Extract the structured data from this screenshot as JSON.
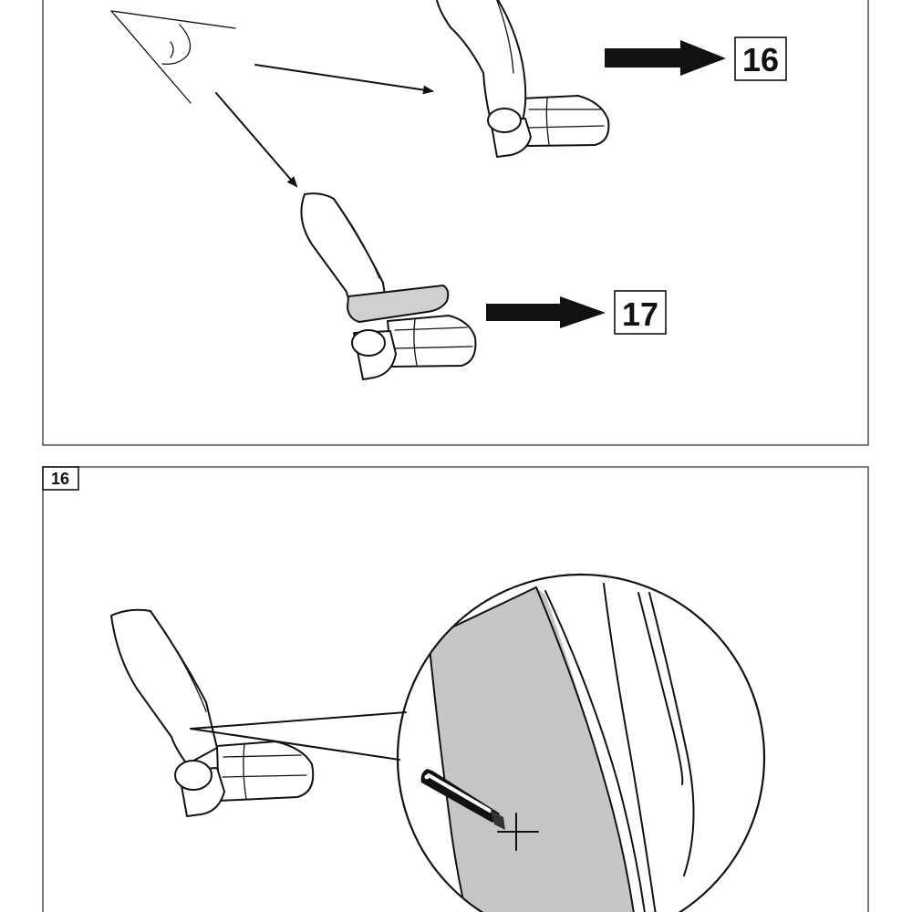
{
  "top_panel": {
    "ref_upper": "16",
    "ref_lower": "17"
  },
  "bottom_panel": {
    "step_label": "16"
  },
  "colors": {
    "line": "#111111",
    "highlight_gray": "#c6c6c6",
    "armrest_gray": "#d0d0d0",
    "background": "#ffffff"
  },
  "icons": [
    "viewing-angle-icon",
    "seat-icon",
    "armrest-icon",
    "direction-arrow-icon",
    "utility-knife-icon",
    "cut-mark-icon",
    "magnifier-callout-icon"
  ]
}
